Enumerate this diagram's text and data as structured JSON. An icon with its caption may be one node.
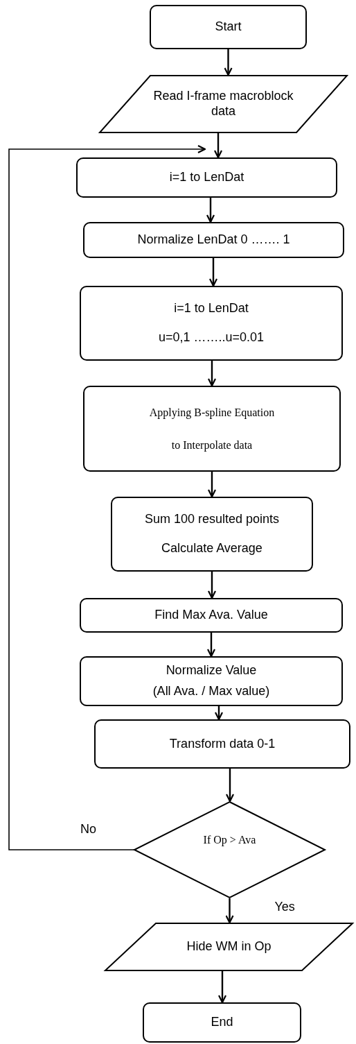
{
  "diagram": {
    "nodes": [
      {
        "text": [
          "Start"
        ]
      },
      {
        "text": [
          "Read I-frame macroblock data"
        ]
      },
      {
        "text": [
          "i=1 to LenDat"
        ]
      },
      {
        "text": [
          "Normalize LenDat 0 ……. 1"
        ]
      },
      {
        "text": [
          "i=1 to LenDat",
          "u=0,1 ……..u=0.01"
        ]
      },
      {
        "text": [
          "Applying B-spline Equation",
          "to Interpolate data"
        ]
      },
      {
        "text": [
          "Sum 100 resulted points",
          "Calculate Average"
        ]
      },
      {
        "text": [
          "Find Max Ava. Value"
        ]
      },
      {
        "text": [
          "Normalize Value",
          "(All Ava. / Max value)"
        ]
      },
      {
        "text": [
          "Transform data 0-1"
        ]
      },
      {
        "text": [
          "If Op > Ava"
        ]
      },
      {
        "text": [
          "Hide WM in Op"
        ]
      },
      {
        "text": [
          "End"
        ]
      }
    ],
    "edges": [
      {
        "from": 0,
        "to": 1,
        "arrow": "to"
      },
      {
        "from": 1,
        "to": 2,
        "arrow": "to"
      },
      {
        "from": 2,
        "to": 3,
        "arrow": "to"
      },
      {
        "from": 3,
        "to": 4,
        "arrow": "to"
      },
      {
        "from": 4,
        "to": 5,
        "arrow": "to"
      },
      {
        "from": 5,
        "to": 6,
        "arrow": "to"
      },
      {
        "from": 6,
        "to": 7,
        "arrow": "to"
      },
      {
        "from": 7,
        "to": 8,
        "arrow": "to"
      },
      {
        "from": 8,
        "to": 9,
        "arrow": "to"
      },
      {
        "from": 9,
        "to": 10,
        "arrow": "to"
      },
      {
        "from": 10,
        "to": 2,
        "label": "No",
        "arrow": "to"
      },
      {
        "from": 10,
        "to": 11,
        "label": "Yes",
        "arrow": "to"
      },
      {
        "from": 11,
        "to": 12,
        "arrow": "to"
      }
    ]
  }
}
